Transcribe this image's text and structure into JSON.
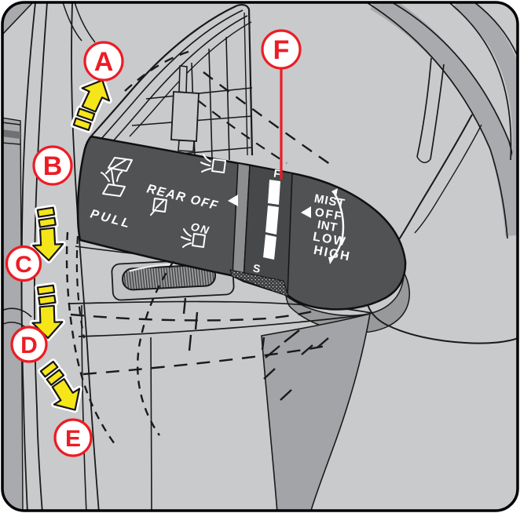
{
  "diagram": {
    "callouts": {
      "a": "A",
      "b": "B",
      "c": "C",
      "d": "D",
      "e": "E",
      "f": "F"
    },
    "stalk": {
      "pull": "PULL",
      "rear_off": "REAR OFF",
      "on": "ON"
    },
    "collar": {
      "fast": "F",
      "slow": "S"
    },
    "wiper_positions": [
      "MIST",
      "OFF",
      "INT",
      "LOW",
      "HIGH"
    ],
    "colors": {
      "accent_red": "#ed1c24",
      "arrow_yellow": "#f5e61a",
      "stalk_gray": "#515254",
      "panel_light": "#c9cacc",
      "panel_mid": "#a8aaad"
    }
  }
}
